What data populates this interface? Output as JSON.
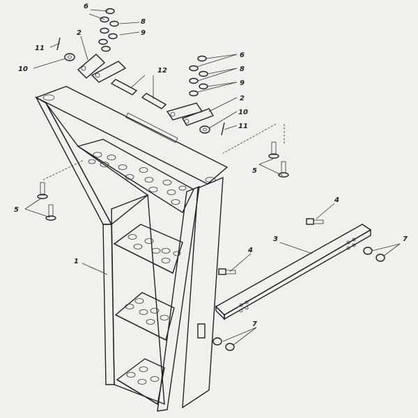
{
  "callouts": [
    {
      "id": "c6a",
      "text": "6"
    },
    {
      "id": "c8a",
      "text": "8"
    },
    {
      "id": "c9a",
      "text": "9"
    },
    {
      "id": "c11a",
      "text": "11"
    },
    {
      "id": "c2a",
      "text": "2"
    },
    {
      "id": "c10a",
      "text": "10"
    },
    {
      "id": "c12",
      "text": "12"
    },
    {
      "id": "c6b",
      "text": "6"
    },
    {
      "id": "c8b",
      "text": "8"
    },
    {
      "id": "c9b",
      "text": "9"
    },
    {
      "id": "c2b",
      "text": "2"
    },
    {
      "id": "c10b",
      "text": "10"
    },
    {
      "id": "c11b",
      "text": "11"
    },
    {
      "id": "c5a",
      "text": "5"
    },
    {
      "id": "c5b",
      "text": "5"
    },
    {
      "id": "c4a",
      "text": "4"
    },
    {
      "id": "c3",
      "text": "3"
    },
    {
      "id": "c7a",
      "text": "7"
    },
    {
      "id": "c1",
      "text": "1"
    },
    {
      "id": "c4b",
      "text": "4"
    },
    {
      "id": "c7b",
      "text": "7"
    }
  ],
  "colors": {
    "ink": "#222222",
    "paper": "#f2f0ec",
    "shade": "#8a8580"
  }
}
